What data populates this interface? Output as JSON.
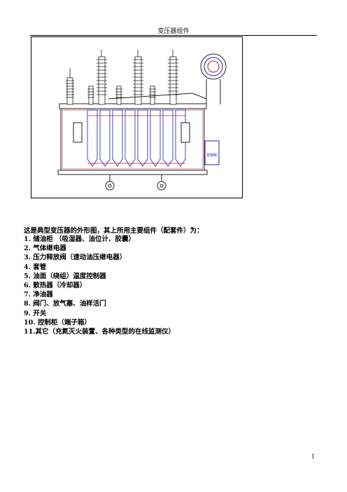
{
  "header": {
    "title": "变压器组件"
  },
  "content": {
    "intro": "这是典型变压器的外形图，其上所用主要组件（配套件）为：",
    "items": [
      "1.  储油柜    （吸湿器、油位计、胶囊）",
      "2.  气体继电器",
      "3.  压力释放阀（速动油压继电器）",
      "4.  套管",
      "5.  油面（绕组）温度控制器",
      "6.  散热器（冷却器）",
      "7.  净油器",
      "8.  阀门、放气塞、油样活门",
      "9.  开关",
      "10.  控制柜（端子箱）",
      "11.其它（充氮灭火装置、各种类型的在线监测仪）"
    ]
  },
  "figure": {
    "cabinet_label": "控制柜"
  },
  "footer": {
    "page_number": "1"
  },
  "colors": {
    "drawing_blue": "#1a1ad6",
    "drawing_red": "#d41a1a",
    "drawing_line": "#222222"
  }
}
